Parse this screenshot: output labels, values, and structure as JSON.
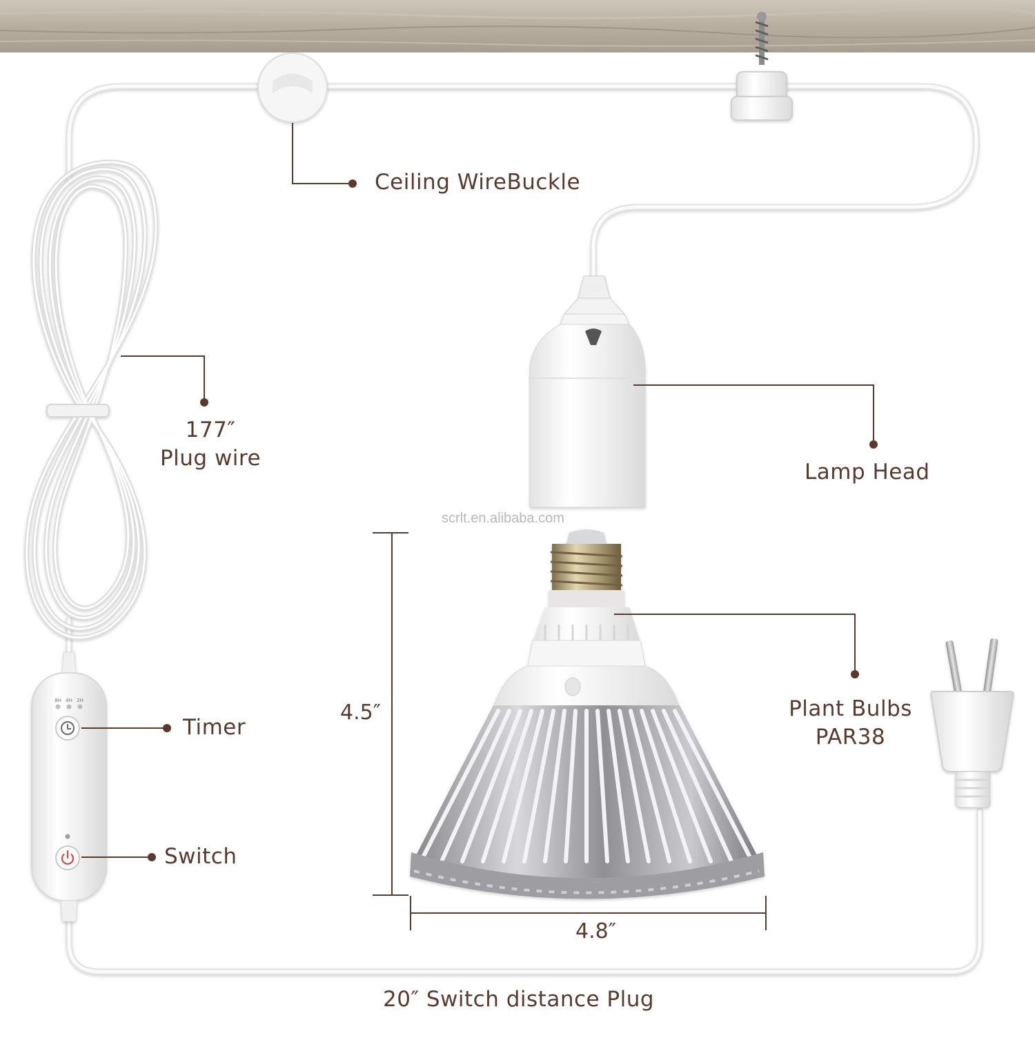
{
  "labels": {
    "ceiling_wire_buckle": "Ceiling WireBuckle",
    "plug_wire_length": "177″",
    "plug_wire": "Plug wire",
    "lamp_head": "Lamp Head",
    "timer": "Timer",
    "switch": "Switch",
    "plant_bulbs": "Plant Bulbs",
    "bulb_type": "PAR38",
    "switch_distance": "20″  Switch distance Plug"
  },
  "dimensions": {
    "height": "4.5″",
    "width": "4.8″"
  },
  "timer_options": [
    "8H",
    "4H",
    "2H"
  ],
  "watermark": "scrlt.en.alibaba.com",
  "icons": [
    "ceiling-hook-icon",
    "clock-icon",
    "power-icon",
    "us-plug-icon"
  ],
  "colors": {
    "label_text": "#5b3a2e",
    "leader_line": "#5b3a2e",
    "cable": "#f4f4f4",
    "power_red": "#d94848",
    "wood": "#b9b0a4"
  }
}
